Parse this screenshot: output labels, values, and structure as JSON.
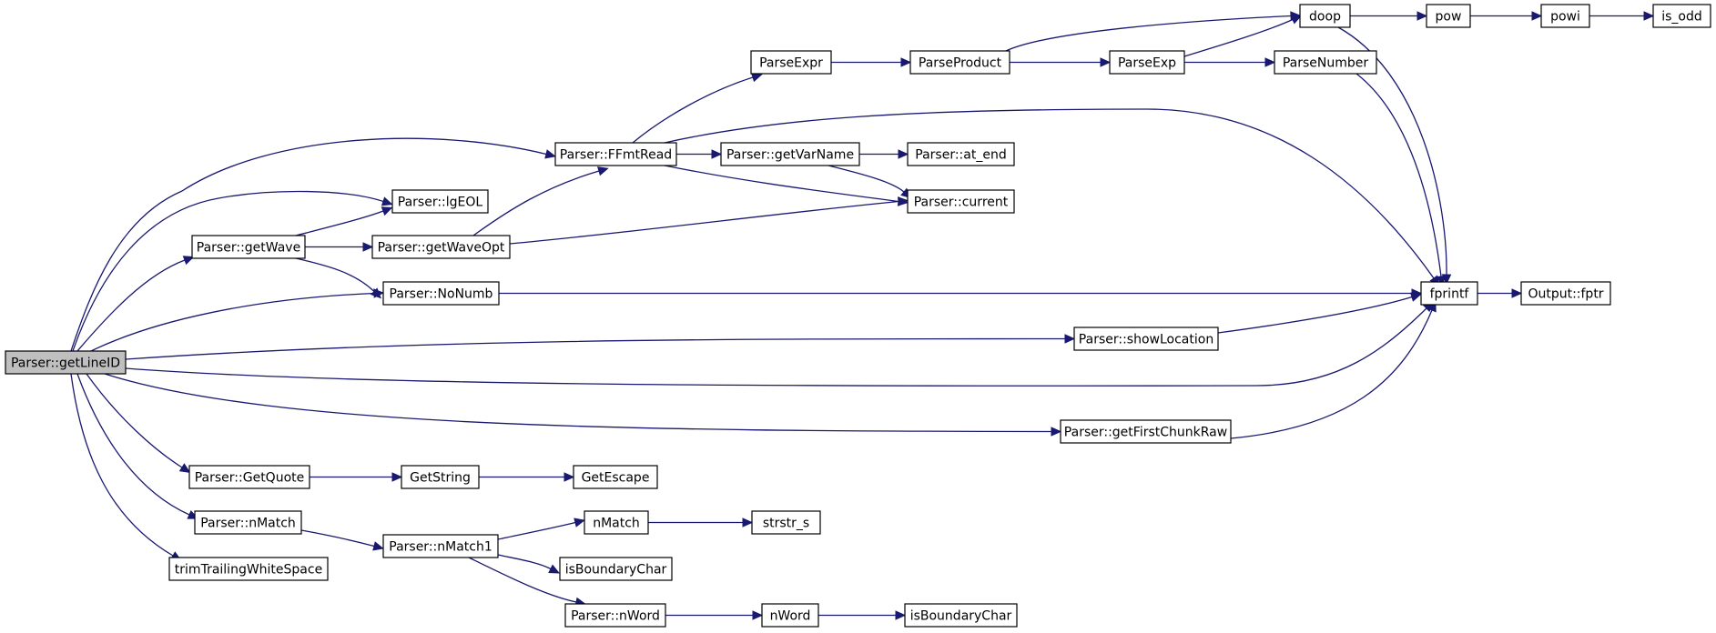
{
  "graph": {
    "edge_color": "#191970",
    "root_fill": "#bfbfbf",
    "nodes": [
      {
        "id": "getLineID",
        "label": "Parser::getLineID",
        "root": true
      },
      {
        "id": "FFmtRead",
        "label": "Parser::FFmtRead"
      },
      {
        "id": "lgEOL",
        "label": "Parser::lgEOL"
      },
      {
        "id": "getWave",
        "label": "Parser::getWave"
      },
      {
        "id": "getWaveOpt",
        "label": "Parser::getWaveOpt"
      },
      {
        "id": "NoNumb",
        "label": "Parser::NoNumb"
      },
      {
        "id": "showLocation",
        "label": "Parser::showLocation"
      },
      {
        "id": "getFirstChunkRaw",
        "label": "Parser::getFirstChunkRaw"
      },
      {
        "id": "GetQuote",
        "label": "Parser::GetQuote"
      },
      {
        "id": "GetString",
        "label": "GetString"
      },
      {
        "id": "GetEscape",
        "label": "GetEscape"
      },
      {
        "id": "nMatchP",
        "label": "Parser::nMatch"
      },
      {
        "id": "nMatch1",
        "label": "Parser::nMatch1"
      },
      {
        "id": "nMatch",
        "label": "nMatch"
      },
      {
        "id": "strstr_s",
        "label": "strstr_s"
      },
      {
        "id": "isBoundaryChar1",
        "label": "isBoundaryChar"
      },
      {
        "id": "nWordP",
        "label": "Parser::nWord"
      },
      {
        "id": "nWord",
        "label": "nWord"
      },
      {
        "id": "isBoundaryChar2",
        "label": "isBoundaryChar"
      },
      {
        "id": "trimTrailingWhiteSpace",
        "label": "trimTrailingWhiteSpace"
      },
      {
        "id": "ParseExpr",
        "label": "ParseExpr"
      },
      {
        "id": "ParseProduct",
        "label": "ParseProduct"
      },
      {
        "id": "ParseExp",
        "label": "ParseExp"
      },
      {
        "id": "ParseNumber",
        "label": "ParseNumber"
      },
      {
        "id": "doop",
        "label": "doop"
      },
      {
        "id": "pow",
        "label": "pow"
      },
      {
        "id": "powi",
        "label": "powi"
      },
      {
        "id": "is_odd",
        "label": "is_odd"
      },
      {
        "id": "getVarName",
        "label": "Parser::getVarName"
      },
      {
        "id": "at_end",
        "label": "Parser::at_end"
      },
      {
        "id": "current",
        "label": "Parser::current"
      },
      {
        "id": "fprintf",
        "label": "fprintf"
      },
      {
        "id": "fptr",
        "label": "Output::fptr"
      }
    ],
    "edges": [
      [
        "getLineID",
        "FFmtRead"
      ],
      [
        "getLineID",
        "lgEOL"
      ],
      [
        "getLineID",
        "getWave"
      ],
      [
        "getLineID",
        "NoNumb"
      ],
      [
        "getLineID",
        "showLocation"
      ],
      [
        "getLineID",
        "fprintf"
      ],
      [
        "getLineID",
        "getFirstChunkRaw"
      ],
      [
        "getLineID",
        "GetQuote"
      ],
      [
        "getLineID",
        "nMatchP"
      ],
      [
        "getLineID",
        "trimTrailingWhiteSpace"
      ],
      [
        "FFmtRead",
        "ParseExpr"
      ],
      [
        "FFmtRead",
        "getVarName"
      ],
      [
        "FFmtRead",
        "current"
      ],
      [
        "FFmtRead",
        "fprintf"
      ],
      [
        "getWave",
        "lgEOL"
      ],
      [
        "getWave",
        "getWaveOpt"
      ],
      [
        "getWave",
        "NoNumb"
      ],
      [
        "getWaveOpt",
        "FFmtRead"
      ],
      [
        "getWaveOpt",
        "current"
      ],
      [
        "NoNumb",
        "fprintf"
      ],
      [
        "showLocation",
        "fprintf"
      ],
      [
        "getFirstChunkRaw",
        "fprintf"
      ],
      [
        "GetQuote",
        "GetString"
      ],
      [
        "GetString",
        "GetEscape"
      ],
      [
        "nMatchP",
        "nMatch1"
      ],
      [
        "nMatch1",
        "nMatch"
      ],
      [
        "nMatch1",
        "isBoundaryChar1"
      ],
      [
        "nMatch1",
        "nWordP"
      ],
      [
        "nMatch",
        "strstr_s"
      ],
      [
        "nWordP",
        "nWord"
      ],
      [
        "nWord",
        "isBoundaryChar2"
      ],
      [
        "ParseExpr",
        "ParseProduct"
      ],
      [
        "ParseProduct",
        "doop"
      ],
      [
        "ParseProduct",
        "ParseExp"
      ],
      [
        "ParseExp",
        "doop"
      ],
      [
        "ParseExp",
        "ParseNumber"
      ],
      [
        "ParseNumber",
        "fprintf"
      ],
      [
        "doop",
        "pow"
      ],
      [
        "doop",
        "fprintf"
      ],
      [
        "pow",
        "powi"
      ],
      [
        "powi",
        "is_odd"
      ],
      [
        "getVarName",
        "at_end"
      ],
      [
        "getVarName",
        "current"
      ],
      [
        "fprintf",
        "fptr"
      ]
    ]
  }
}
